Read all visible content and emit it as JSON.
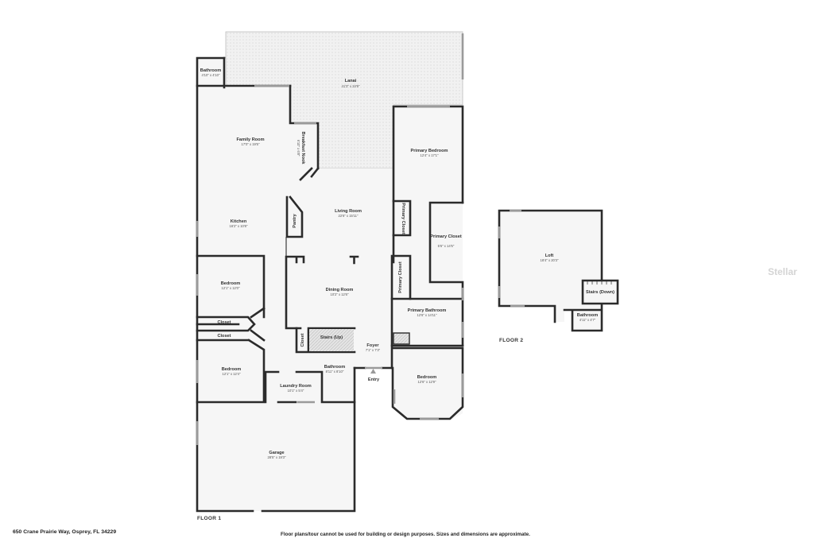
{
  "address": "650 Crane Prairie Way, Osprey, FL 34229",
  "disclaimer": "Floor plans/tour cannot be used for building or design purposes. Sizes and dimensions are approximate.",
  "watermark": "Stellar",
  "floors": [
    {
      "label": "FLOOR 1"
    },
    {
      "label": "FLOOR 2"
    }
  ],
  "rooms": {
    "lanai": {
      "name": "Lanai",
      "dim": "41'3\" x 24'9\""
    },
    "bathroom_top": {
      "name": "Bathroom",
      "dim": "4'10\" x 4'10\""
    },
    "family_room": {
      "name": "Family Room",
      "dim": "17'0\" x 19'5\""
    },
    "breakfast_nook": {
      "name": "Breakfast Nook",
      "dim": "6'10\" x 6'8\""
    },
    "primary_bedroom": {
      "name": "Primary Bedroom",
      "dim": "12'4\" x 17'1\""
    },
    "kitchen": {
      "name": "Kitchen",
      "dim": "16'2\" x 10'8\""
    },
    "pantry": {
      "name": "Pantry"
    },
    "living_room": {
      "name": "Living Room",
      "dim": "22'6\" x 15'11\""
    },
    "primary_closet_a": {
      "name": "Primary Closet"
    },
    "primary_closet_b": {
      "name": "Primary Closet",
      "dim": "5'6\" x 14'5\""
    },
    "primary_closet_c": {
      "name": "Primary Closet"
    },
    "bedroom_1": {
      "name": "Bedroom",
      "dim": "12'1\" x 12'0\""
    },
    "dining_room": {
      "name": "Dining Room",
      "dim": "10'2\" x 12'6\""
    },
    "primary_bathroom": {
      "name": "Primary Bathroom",
      "dim": "12'6\" x 14'11\""
    },
    "closet_1": {
      "name": "Closet"
    },
    "closet_2": {
      "name": "Closet"
    },
    "closet_3": {
      "name": "Closet"
    },
    "stairs_up": {
      "name": "Stairs (Up)"
    },
    "foyer": {
      "name": "Foyer",
      "dim": "7'1\" x 7'3\""
    },
    "bedroom_2": {
      "name": "Bedroom",
      "dim": "12'1\" x 12'4\""
    },
    "bathroom_hall": {
      "name": "Bathroom",
      "dim": "8'11\" x 8'10\""
    },
    "entry": {
      "name": "Entry"
    },
    "bedroom_3": {
      "name": "Bedroom",
      "dim": "12'6\" x 12'9\""
    },
    "laundry": {
      "name": "Laundry Room",
      "dim": "10'1\" x 5'4\""
    },
    "garage": {
      "name": "Garage",
      "dim": "28'5\" x 19'3\""
    },
    "loft": {
      "name": "Loft",
      "dim": "18'4\" x 20'3\""
    },
    "stairs_down": {
      "name": "Stairs (Down)"
    },
    "bathroom_loft": {
      "name": "Bathroom",
      "dim": "4'11\" x 4'7\""
    }
  }
}
